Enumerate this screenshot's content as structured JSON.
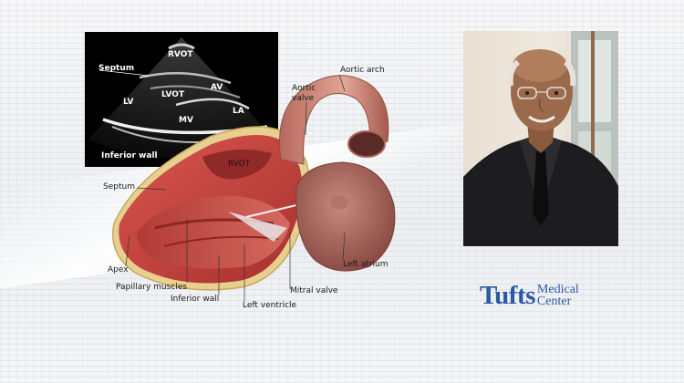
{
  "echo": {
    "labels": {
      "rvot": "RVOT",
      "septum": "Septum",
      "lv": "LV",
      "lvot": "LVOT",
      "av": "AV",
      "la": "LA",
      "mv": "MV",
      "inferior_wall": "Inferior wall"
    }
  },
  "heart": {
    "labels": {
      "rvot": "RVOT",
      "aortic_arch": "Aortic arch",
      "aortic_valve_line1": "Aortic",
      "aortic_valve_line2": "valve",
      "septum": "Septum",
      "apex": "Apex",
      "papillary_muscles": "Papillary muscles",
      "inferior_wall": "Inferior wall",
      "left_ventricle": "Left ventricle",
      "mitral_valve": "Mitral valve",
      "left_atrium": "Left atrium"
    }
  },
  "logo": {
    "word1": "Tufts",
    "word2": "Medical",
    "word3": "Center"
  },
  "colors": {
    "brand_blue": "#2a5aa3",
    "myocardium": "#c9403e",
    "atrium": "#a8645a"
  }
}
